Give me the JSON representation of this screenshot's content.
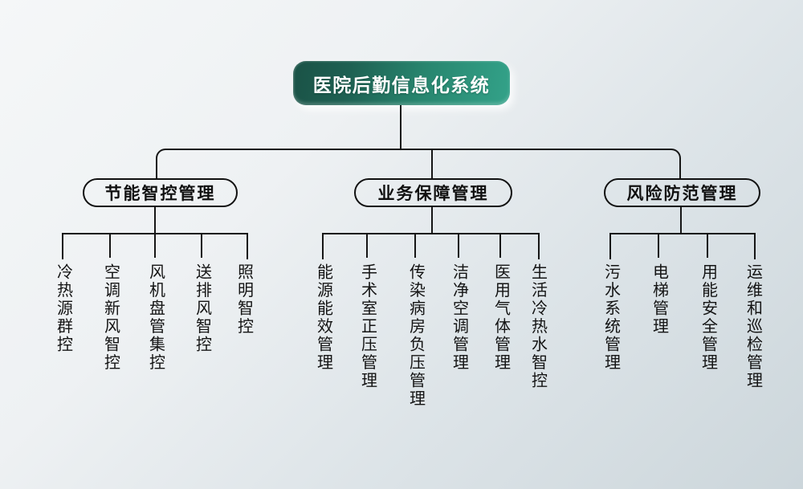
{
  "root": {
    "label": "医院后勤信息化系统"
  },
  "branches": [
    {
      "label": "节能智控管理",
      "leaves": [
        "冷热源群控",
        "空调新风智控",
        "风机盘管集控",
        "送排风智控",
        "照明智控"
      ]
    },
    {
      "label": "业务保障管理",
      "leaves": [
        "能源能效管理",
        "手术室正压管理",
        "传染病房负压管理",
        "洁净空调管理",
        "医用气体管理",
        "生活冷热水智控"
      ]
    },
    {
      "label": "风险防范管理",
      "leaves": [
        "污水系统管理",
        "电梯管理",
        "用能安全管理",
        "运维和巡检管理"
      ]
    }
  ],
  "colors": {
    "root_gradient_start": "#1a5246",
    "root_gradient_end": "#33a289",
    "root_text": "#ffffff",
    "line": "#161616",
    "background_start": "#f5f7f8",
    "background_end": "#ccd6db"
  }
}
